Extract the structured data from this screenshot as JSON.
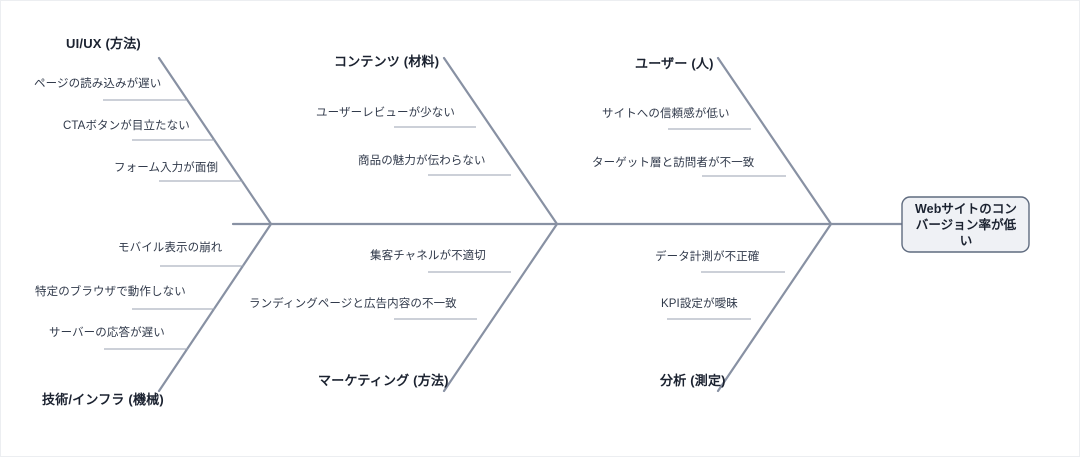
{
  "diagram": {
    "type": "fishbone-ishikawa",
    "orientation": "left-to-right",
    "colors": {
      "bone": "#8891a3",
      "sub_bone": "#9aa2b1",
      "head_fill": "#eff1f5",
      "head_stroke": "#5f6b7f",
      "text": "#2b3445",
      "canvas_border": "#eceef1",
      "background": "#ffffff"
    },
    "head": {
      "text": "Webサイトのコンバージョン率が低い",
      "lines": [
        "Webサイトのコン",
        "バージョン率が低",
        "い"
      ]
    },
    "categories": [
      {
        "id": "ui-ux",
        "label": "UI/UX (方法)",
        "side": "top",
        "causes": [
          "ページの読み込みが遅い",
          "CTAボタンが目立たない",
          "フォーム入力が面倒"
        ]
      },
      {
        "id": "content",
        "label": "コンテンツ (材料)",
        "side": "top",
        "causes": [
          "ユーザーレビューが少ない",
          "商品の魅力が伝わらない"
        ]
      },
      {
        "id": "user",
        "label": "ユーザー (人)",
        "side": "top",
        "causes": [
          "サイトへの信頼感が低い",
          "ターゲット層と訪問者が不一致"
        ]
      },
      {
        "id": "tech-infra",
        "label": "技術/インフラ (機械)",
        "side": "bottom",
        "causes": [
          "モバイル表示の崩れ",
          "特定のブラウザで動作しない",
          "サーバーの応答が遅い"
        ]
      },
      {
        "id": "marketing",
        "label": "マーケティング (方法)",
        "side": "bottom",
        "causes": [
          "集客チャネルが不適切",
          "ランディングページと広告内容の不一致"
        ]
      },
      {
        "id": "analytics",
        "label": "分析 (測定)",
        "side": "bottom",
        "causes": [
          "データ計測が不正確",
          "KPI設定が曖昧"
        ]
      }
    ]
  }
}
